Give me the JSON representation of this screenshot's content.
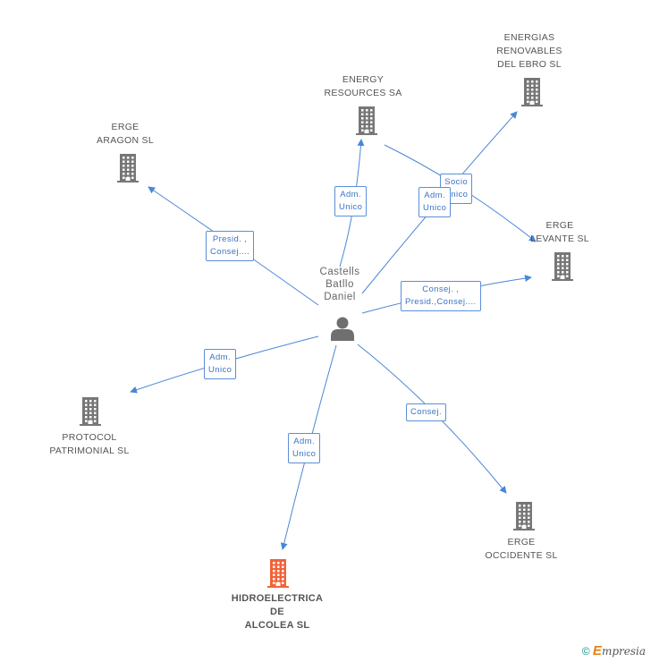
{
  "person": {
    "name_lines": [
      "Castells",
      "Batllo",
      "Daniel"
    ]
  },
  "companies": [
    {
      "id": "energias",
      "lines": [
        "ENERGIAS",
        "RENOVABLES",
        "DEL EBRO  SL"
      ],
      "main": false
    },
    {
      "id": "energy",
      "lines": [
        "ENERGY",
        "RESOURCES SA"
      ],
      "main": false
    },
    {
      "id": "erge-aragon",
      "lines": [
        "ERGE",
        "ARAGON SL"
      ],
      "main": false
    },
    {
      "id": "erge-levante",
      "lines": [
        "ERGE",
        "LEVANTE SL"
      ],
      "main": false
    },
    {
      "id": "protocol",
      "lines": [
        "PROTOCOL",
        "PATRIMONIAL SL"
      ],
      "main": false
    },
    {
      "id": "erge-occidente",
      "lines": [
        "ERGE",
        "OCCIDENTE SL"
      ],
      "main": false
    },
    {
      "id": "hidroelectrica",
      "lines": [
        "HIDROELECTRICA",
        "DE",
        "ALCOLEA SL"
      ],
      "main": true
    }
  ],
  "relations": [
    {
      "id": "rel-energy",
      "lines": [
        "Adm.",
        "Unico"
      ]
    },
    {
      "id": "rel-energias",
      "lines": [
        "Adm.",
        "Unico"
      ]
    },
    {
      "id": "rel-socio",
      "lines": [
        "Socio",
        "Único"
      ]
    },
    {
      "id": "rel-aragon",
      "lines": [
        "Presid. ,",
        "Consej...."
      ]
    },
    {
      "id": "rel-levante",
      "lines": [
        "Consej. ,",
        "Presid.,Consej...."
      ]
    },
    {
      "id": "rel-protocol",
      "lines": [
        "Adm.",
        "Unico"
      ]
    },
    {
      "id": "rel-occidente",
      "lines": [
        "Consej."
      ]
    },
    {
      "id": "rel-hidro",
      "lines": [
        "Adm.",
        "Unico"
      ]
    }
  ],
  "colors": {
    "line": "#4a86d8",
    "building": "#777777",
    "building_main": "#f0643a",
    "person": "#6f6f6f"
  },
  "icons": {
    "company": "building-icon",
    "person": "person-icon"
  },
  "footer": {
    "copyright_symbol": "©",
    "brand_initial": "E",
    "brand_rest": "mpresia"
  }
}
